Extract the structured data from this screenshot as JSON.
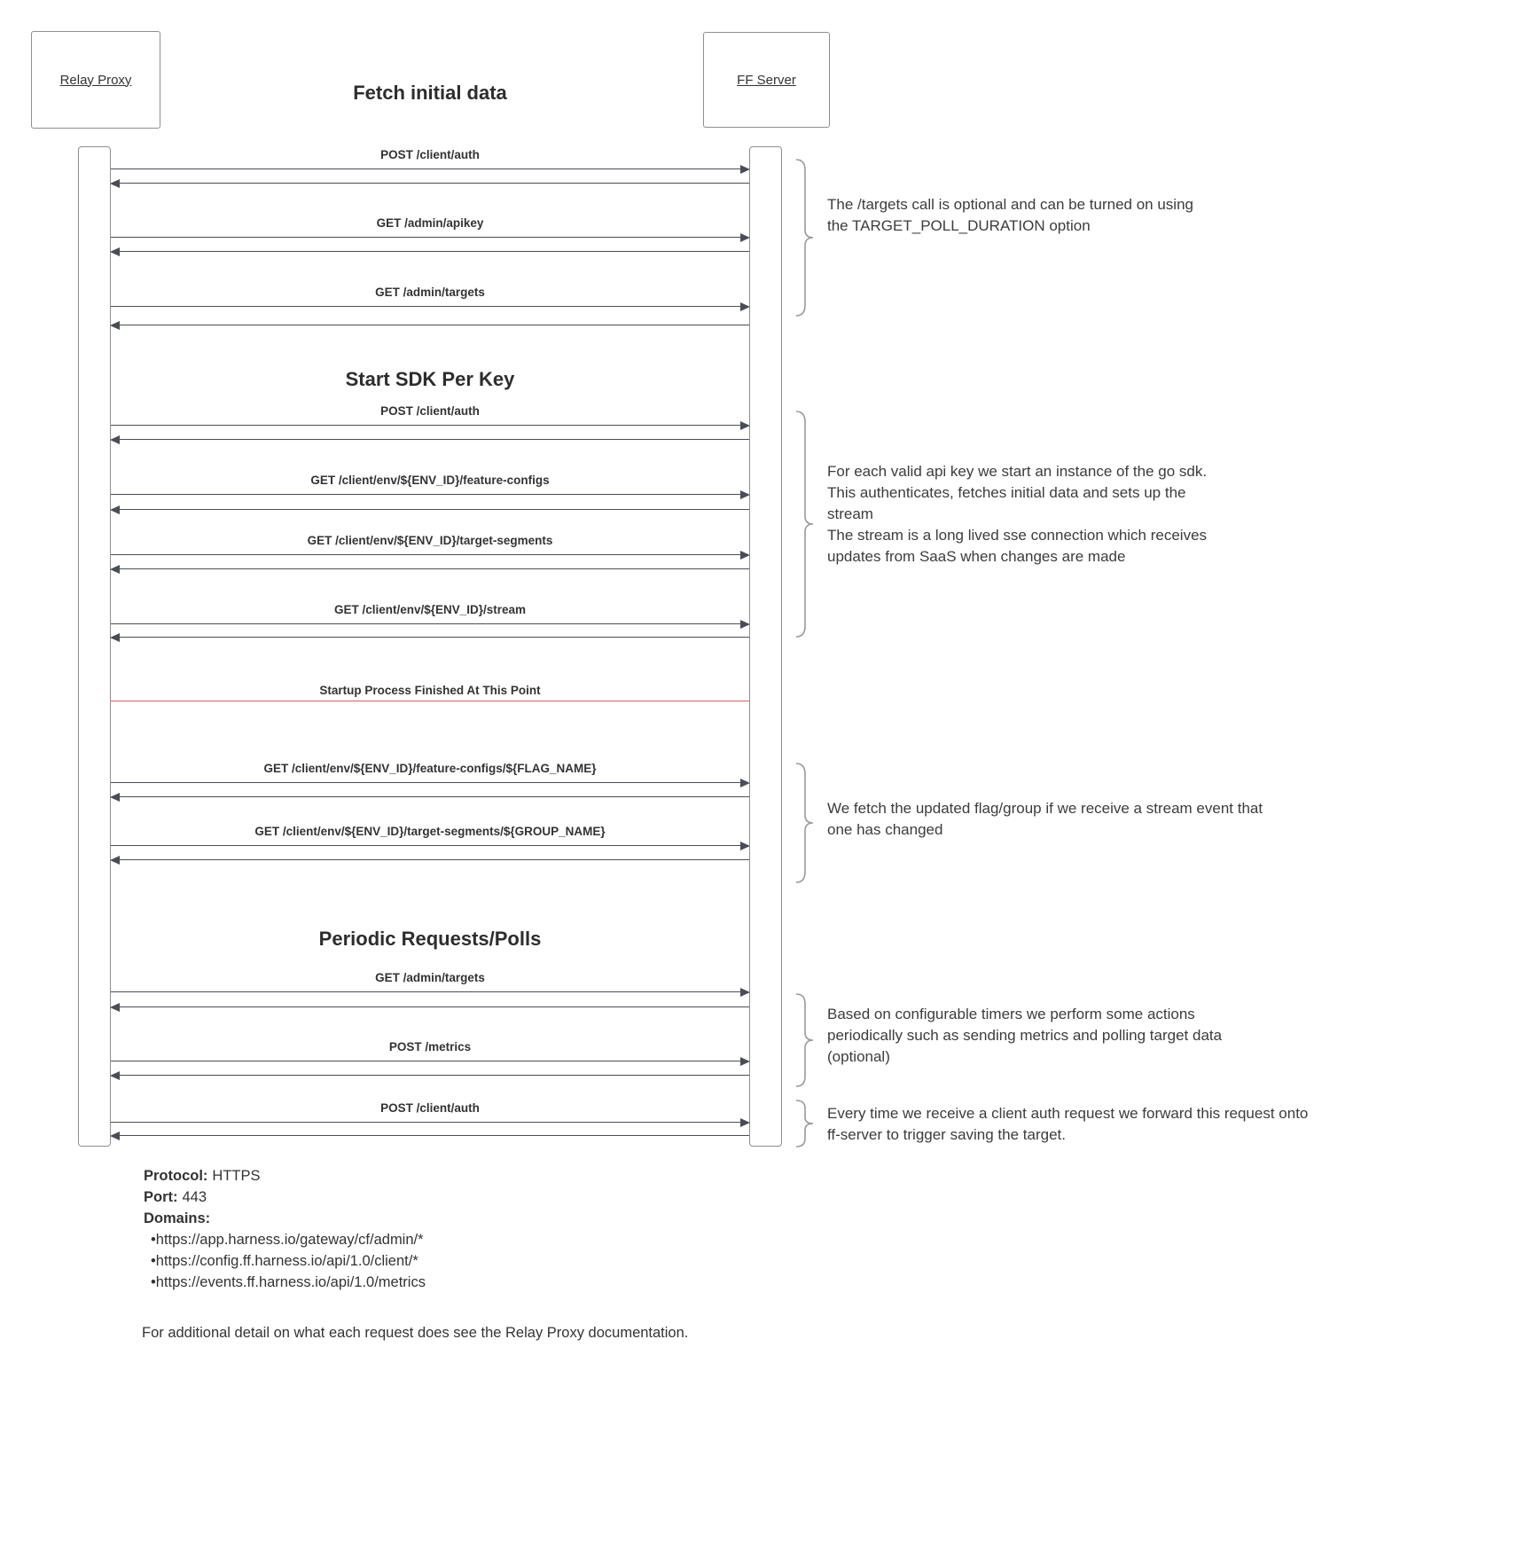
{
  "diagram": {
    "actor_left": "Relay Proxy",
    "actor_right": "FF Server",
    "title": "Fetch initial data",
    "section_start_sdk": "Start SDK Per Key",
    "section_periodic": "Periodic Requests/Polls",
    "milestone": "Startup Process Finished At This Point",
    "line_color": "#4a4d55",
    "milestone_color": "#e05c5c"
  },
  "messages": [
    {
      "label": "POST /client/auth"
    },
    {
      "label": "GET /admin/apikey"
    },
    {
      "label": "GET /admin/targets"
    },
    {
      "label": "POST /client/auth"
    },
    {
      "label": "GET /client/env/${ENV_ID}/feature-configs"
    },
    {
      "label": "GET /client/env/${ENV_ID}/target-segments"
    },
    {
      "label": "GET /client/env/${ENV_ID}/stream"
    },
    {
      "label": "GET /client/env/${ENV_ID}/feature-configs/${FLAG_NAME}"
    },
    {
      "label": "GET /client/env/${ENV_ID}/target-segments/${GROUP_NAME}"
    },
    {
      "label": "GET /admin/targets"
    },
    {
      "label": "POST /metrics"
    },
    {
      "label": "POST /client/auth"
    }
  ],
  "notes": [
    {
      "text": "The /targets call is optional and can be turned on using the TARGET_POLL_DURATION option"
    },
    {
      "text": "For each valid api key we start an instance of the go sdk. This authenticates, fetches initial data and sets up the stream\nThe stream is a long lived sse connection which receives updates from SaaS when changes are made"
    },
    {
      "text": "We fetch the updated flag/group if we receive a stream event that one has changed"
    },
    {
      "text": "Based on configurable timers we perform some actions periodically such as sending metrics and polling target data (optional)"
    },
    {
      "text": "Every time we receive a client auth request we forward this request onto ff-server to trigger saving the target."
    }
  ],
  "footer": {
    "protocol_label": "Protocol:",
    "protocol_value": "HTTPS",
    "port_label": "Port:",
    "port_value": "443",
    "domains_label": "Domains:",
    "domains": [
      "https://app.harness.io/gateway/cf/admin/*",
      "https://config.ff.harness.io/api/1.0/client/*",
      "https://events.ff.harness.io/api/1.0/metrics"
    ],
    "note": "For additional detail on what each request does see the Relay Proxy documentation."
  }
}
